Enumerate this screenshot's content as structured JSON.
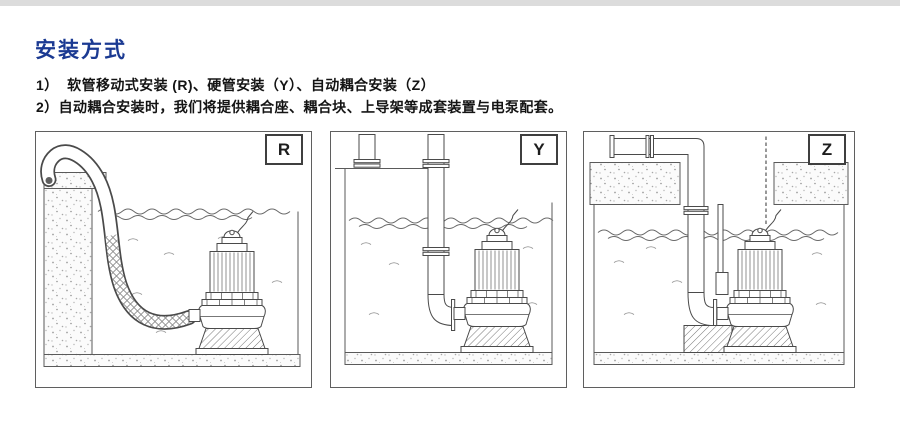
{
  "header": {
    "title": "安装方式",
    "accent_color": "#1b3a92"
  },
  "notes": {
    "line1": "1）  软管移动式安装 (R)、硬管安装（Y）、自动耦合安装（Z）",
    "line2": "2）自动耦合安装时，我们将提供耦合座、耦合块、上导架等成套装置与电泵配套。"
  },
  "diagrams": [
    {
      "label": "R"
    },
    {
      "label": "Y"
    },
    {
      "label": "Z"
    }
  ]
}
